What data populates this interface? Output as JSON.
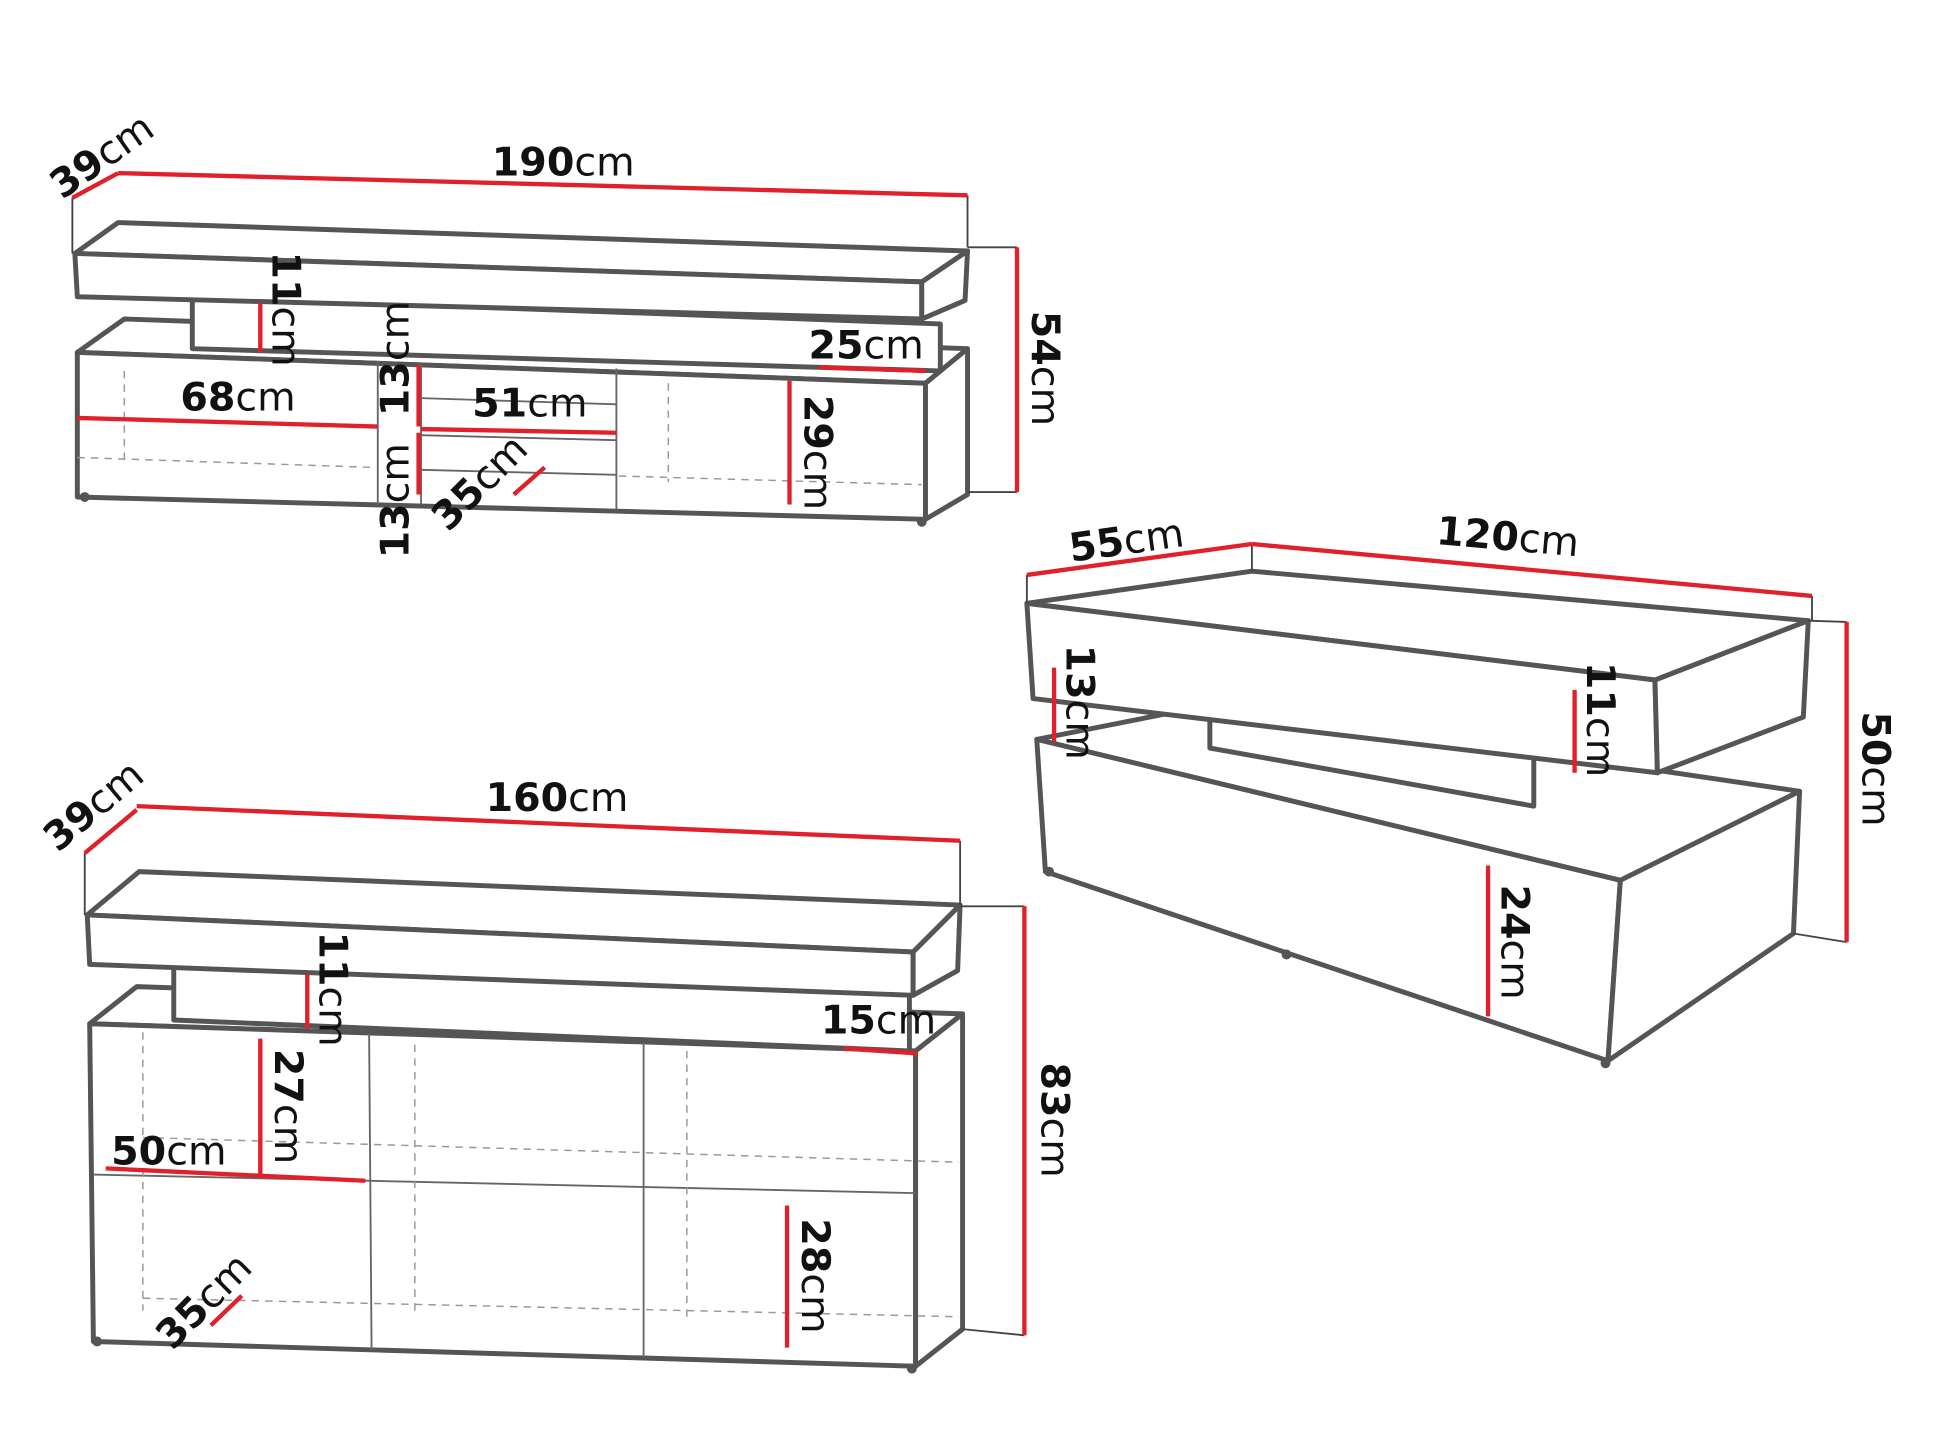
{
  "tv_stand": {
    "depth": {
      "value": "39",
      "unit": "cm"
    },
    "width": {
      "value": "190",
      "unit": "cm"
    },
    "height": {
      "value": "54",
      "unit": "cm"
    },
    "gap_height": {
      "value": "11",
      "unit": "cm"
    },
    "upper_shelf_height": {
      "value": "13",
      "unit": "cm"
    },
    "top_overhang": {
      "value": "25",
      "unit": "cm"
    },
    "left_compartment_width": {
      "value": "68",
      "unit": "cm"
    },
    "middle_compartment_width": {
      "value": "51",
      "unit": "cm"
    },
    "right_compartment_height": {
      "value": "29",
      "unit": "cm"
    },
    "inner_depth": {
      "value": "35",
      "unit": "cm"
    },
    "lower_shelf_height": {
      "value": "13",
      "unit": "cm"
    }
  },
  "coffee_table": {
    "depth": {
      "value": "55",
      "unit": "cm"
    },
    "width": {
      "value": "120",
      "unit": "cm"
    },
    "height": {
      "value": "50",
      "unit": "cm"
    },
    "gap_height": {
      "value": "13",
      "unit": "cm"
    },
    "top_thickness": {
      "value": "11",
      "unit": "cm"
    },
    "base_height": {
      "value": "24",
      "unit": "cm"
    }
  },
  "sideboard": {
    "depth": {
      "value": "39",
      "unit": "cm"
    },
    "width": {
      "value": "160",
      "unit": "cm"
    },
    "height": {
      "value": "83",
      "unit": "cm"
    },
    "gap_height": {
      "value": "11",
      "unit": "cm"
    },
    "top_overhang": {
      "value": "15",
      "unit": "cm"
    },
    "upper_compartment_height": {
      "value": "27",
      "unit": "cm"
    },
    "compartment_width": {
      "value": "50",
      "unit": "cm"
    },
    "lower_compartment_height": {
      "value": "28",
      "unit": "cm"
    },
    "inner_depth": {
      "value": "35",
      "unit": "cm"
    }
  },
  "colors": {
    "dimension_line": "#e0202a",
    "outline": "#555555"
  }
}
